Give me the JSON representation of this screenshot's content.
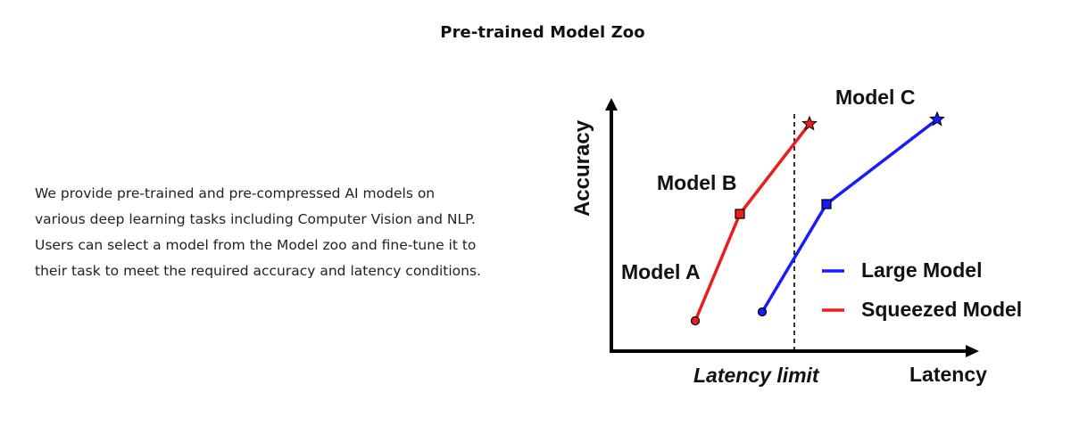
{
  "header": {
    "title": "Pre-trained Model Zoo"
  },
  "description": {
    "lines": [
      "We provide pre-trained and pre-compressed AI models on",
      "various deep learning tasks including Computer Vision and NLP.",
      "Users can select a model from the Model zoo and fine-tune it to",
      "their task to meet the required accuracy and latency conditions."
    ]
  },
  "diagram": {
    "axis_y_label": "Accuracy",
    "axis_x_label": "Latency",
    "latency_limit_label": "Latency limit",
    "model_labels": {
      "a": "Model A",
      "b": "Model B",
      "c": "Model C"
    },
    "legend": [
      {
        "label": "Large Model",
        "color": "#1a1aff"
      },
      {
        "label": "Squeezed Model",
        "color": "#ee1c1c"
      }
    ],
    "series": {
      "large": {
        "color": "#1a1aff",
        "markers": [
          "circle",
          "square",
          "star"
        ]
      },
      "squeezed": {
        "color": "#ee1c1c",
        "markers": [
          "circle",
          "square",
          "star"
        ]
      }
    }
  }
}
